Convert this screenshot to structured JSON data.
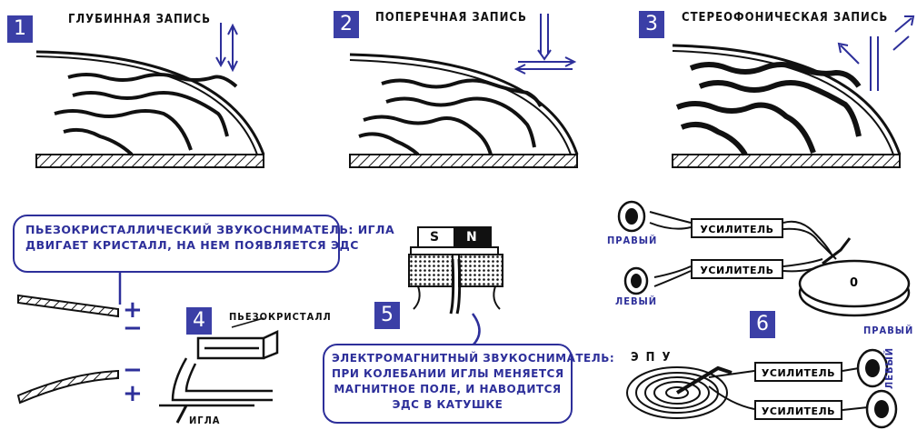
{
  "panels": [
    {
      "number": "1",
      "title": "ГЛУБИННАЯ  ЗАПИСЬ"
    },
    {
      "number": "2",
      "title": "ПОПЕРЕЧНАЯ  ЗАПИСЬ"
    },
    {
      "number": "3",
      "title": "СТЕРЕОФОНИЧЕСКАЯ  ЗАПИСЬ"
    },
    {
      "number": "4"
    },
    {
      "number": "5"
    },
    {
      "number": "6"
    }
  ],
  "piezo": {
    "text_line1": "ПЬЕЗОКРИСТАЛЛИЧЕСКИЙ  ЗВУКОСНИМАТЕЛЬ:  ИГЛА",
    "text_line2": "ДВИГАЕТ  КРИСТАЛЛ,  НА  НЕМ  ПОЯВЛЯЕТСЯ  ЭДС",
    "crystal_label": "ПЬЕЗОКРИСТАЛЛ",
    "needle_label": "ИГЛА",
    "plus": "+",
    "minus": "−"
  },
  "magnet": {
    "s": "S",
    "n": "N",
    "text_line1": "ЭЛЕКТРОМАГНИТНЫЙ  ЗВУКОСНИМАТЕЛЬ:",
    "text_line2": "ПРИ  КОЛЕБАНИИ  ИГЛЫ  МЕНЯЕТСЯ",
    "text_line3": "МАГНИТНОЕ  ПОЛЕ,  И  НАВОДИТСЯ",
    "text_line4": "ЭДС  В  КАТУШКЕ"
  },
  "stereo": {
    "amp": "УСИЛИТЕЛЬ",
    "right": "ПРАВЫЙ",
    "left": "ЛЕВЫЙ",
    "disc_label": "0",
    "epu": "Э П У"
  },
  "colors": {
    "accent": "#2d2f9a",
    "ink": "#111111"
  }
}
